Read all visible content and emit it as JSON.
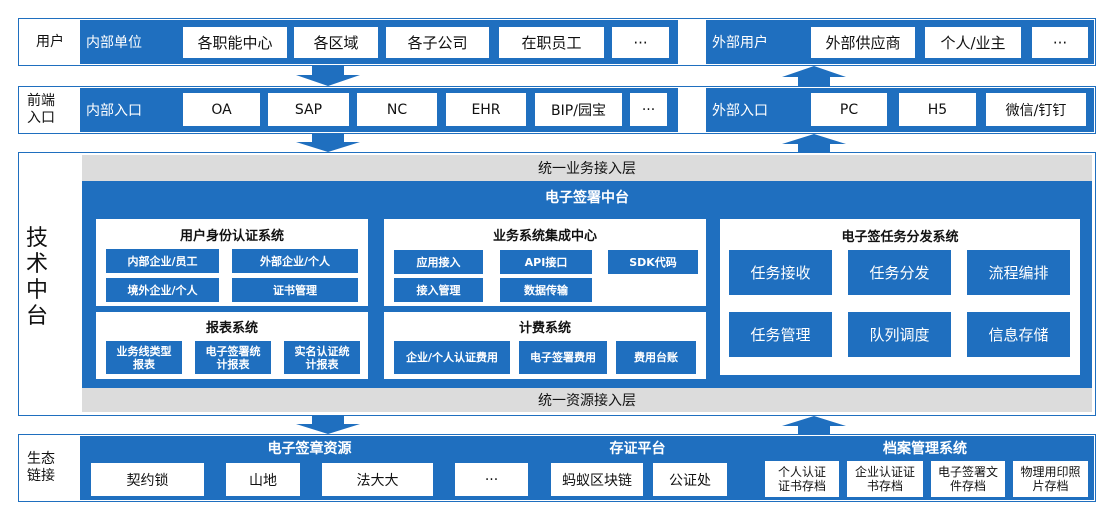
{
  "rows": {
    "users_label": "用户",
    "frontend_label": "前端入口",
    "tech_label": "技术中台",
    "eco_label": "生态链接"
  },
  "users": {
    "internal_label": "内部单位",
    "internal": [
      "各职能中心",
      "各区域",
      "各子公司",
      "在职员工",
      "···"
    ],
    "external_label": "外部用户",
    "external": [
      "外部供应商",
      "个人/业主",
      "···"
    ]
  },
  "entry": {
    "internal_label": "内部入口",
    "internal": [
      "OA",
      "SAP",
      "NC",
      "EHR",
      "BIP/园宝",
      "···"
    ],
    "external_label": "外部入口",
    "external": [
      "PC",
      "H5",
      "微信/钉钉"
    ]
  },
  "platform": {
    "business_layer": "统一业务接入层",
    "title": "电子签署中台",
    "resource_layer": "统一资源接入层",
    "identity": {
      "title": "用户身份认证系统",
      "items": [
        "内部企业/员工",
        "外部企业/个人",
        "境外企业/个人",
        "证书管理"
      ]
    },
    "integration": {
      "title": "业务系统集成中心",
      "items": [
        "应用接入",
        "API接口",
        "SDK代码",
        "接入管理",
        "数据传输"
      ]
    },
    "dispatch": {
      "title": "电子签任务分发系统",
      "items": [
        "任务接收",
        "任务分发",
        "流程编排",
        "任务管理",
        "队列调度",
        "信息存储"
      ]
    },
    "report": {
      "title": "报表系统",
      "items": [
        "业务线类型报表",
        "电子签署统计报表",
        "实名认证统计报表"
      ]
    },
    "billing": {
      "title": "计费系统",
      "items": [
        "企业/个人认证费用",
        "电子签署费用",
        "费用台账"
      ]
    }
  },
  "eco": {
    "seal_title": "电子签章资源",
    "seal": [
      "契约锁",
      "山地",
      "法大大",
      "···"
    ],
    "evidence_title": "存证平台",
    "evidence": [
      "蚂蚁区块链",
      "公证处"
    ],
    "archive_title": "档案管理系统",
    "archive": [
      "个人认证证书存档",
      "企业认证证书存档",
      "电子签署文件存档",
      "物理用印照片存档"
    ]
  },
  "colors": {
    "primary": "#1f6fbf",
    "layer": "#dcdcdc"
  }
}
